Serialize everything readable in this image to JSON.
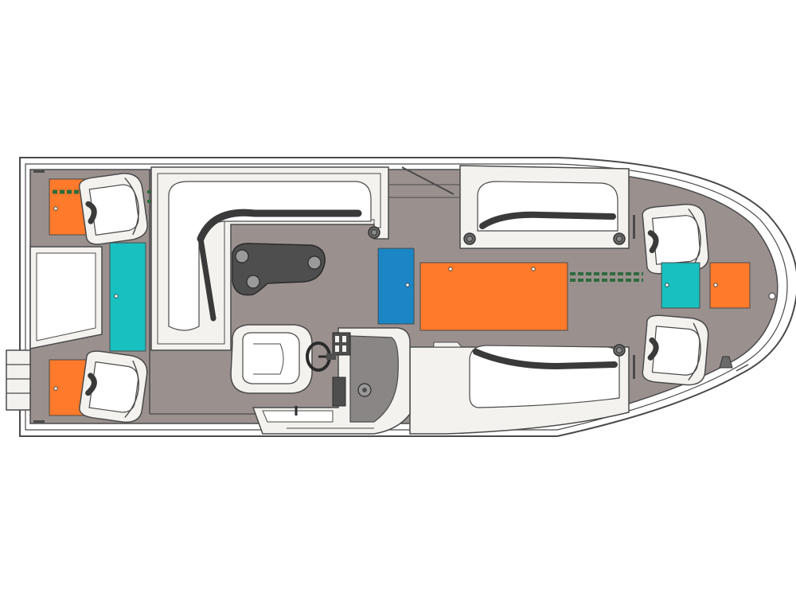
{
  "diagram": {
    "type": "boat-deck-layout",
    "view": "top-down",
    "colors": {
      "hull_fill": "#ffffff",
      "outline": "#4a4a4a",
      "deck": "#9a918f",
      "upholstery": "#f4f2ee",
      "seat_accent": "#3a3a3a",
      "storage_orange": "#ff7a2a",
      "storage_teal": "#18c0c0",
      "storage_blue": "#1a86c6",
      "rod_storage_green": "#2e6b3e",
      "console_dark": "#4e4e4e"
    },
    "legend_categories": [
      "storage_orange",
      "storage_teal",
      "storage_blue",
      "rod_storage_green"
    ],
    "zones": [
      {
        "name": "stern-port-storage",
        "color": "storage_orange"
      },
      {
        "name": "stern-starboard-storage",
        "color": "storage_orange"
      },
      {
        "name": "stern-livewell",
        "color": "storage_teal"
      },
      {
        "name": "center-cooler",
        "color": "storage_blue"
      },
      {
        "name": "mid-deck-storage",
        "color": "storage_orange"
      },
      {
        "name": "bow-livewell",
        "color": "storage_teal"
      },
      {
        "name": "bow-storage",
        "color": "storage_orange"
      },
      {
        "name": "rod-locker-aft",
        "color": "rod_storage_green"
      },
      {
        "name": "rod-locker-forward",
        "color": "rod_storage_green"
      }
    ],
    "icons": [
      "fishing-seat-icon",
      "helm-seat-icon",
      "steering-wheel-icon",
      "ladder-icon",
      "cleat-icon",
      "cup-holder-icon"
    ]
  }
}
